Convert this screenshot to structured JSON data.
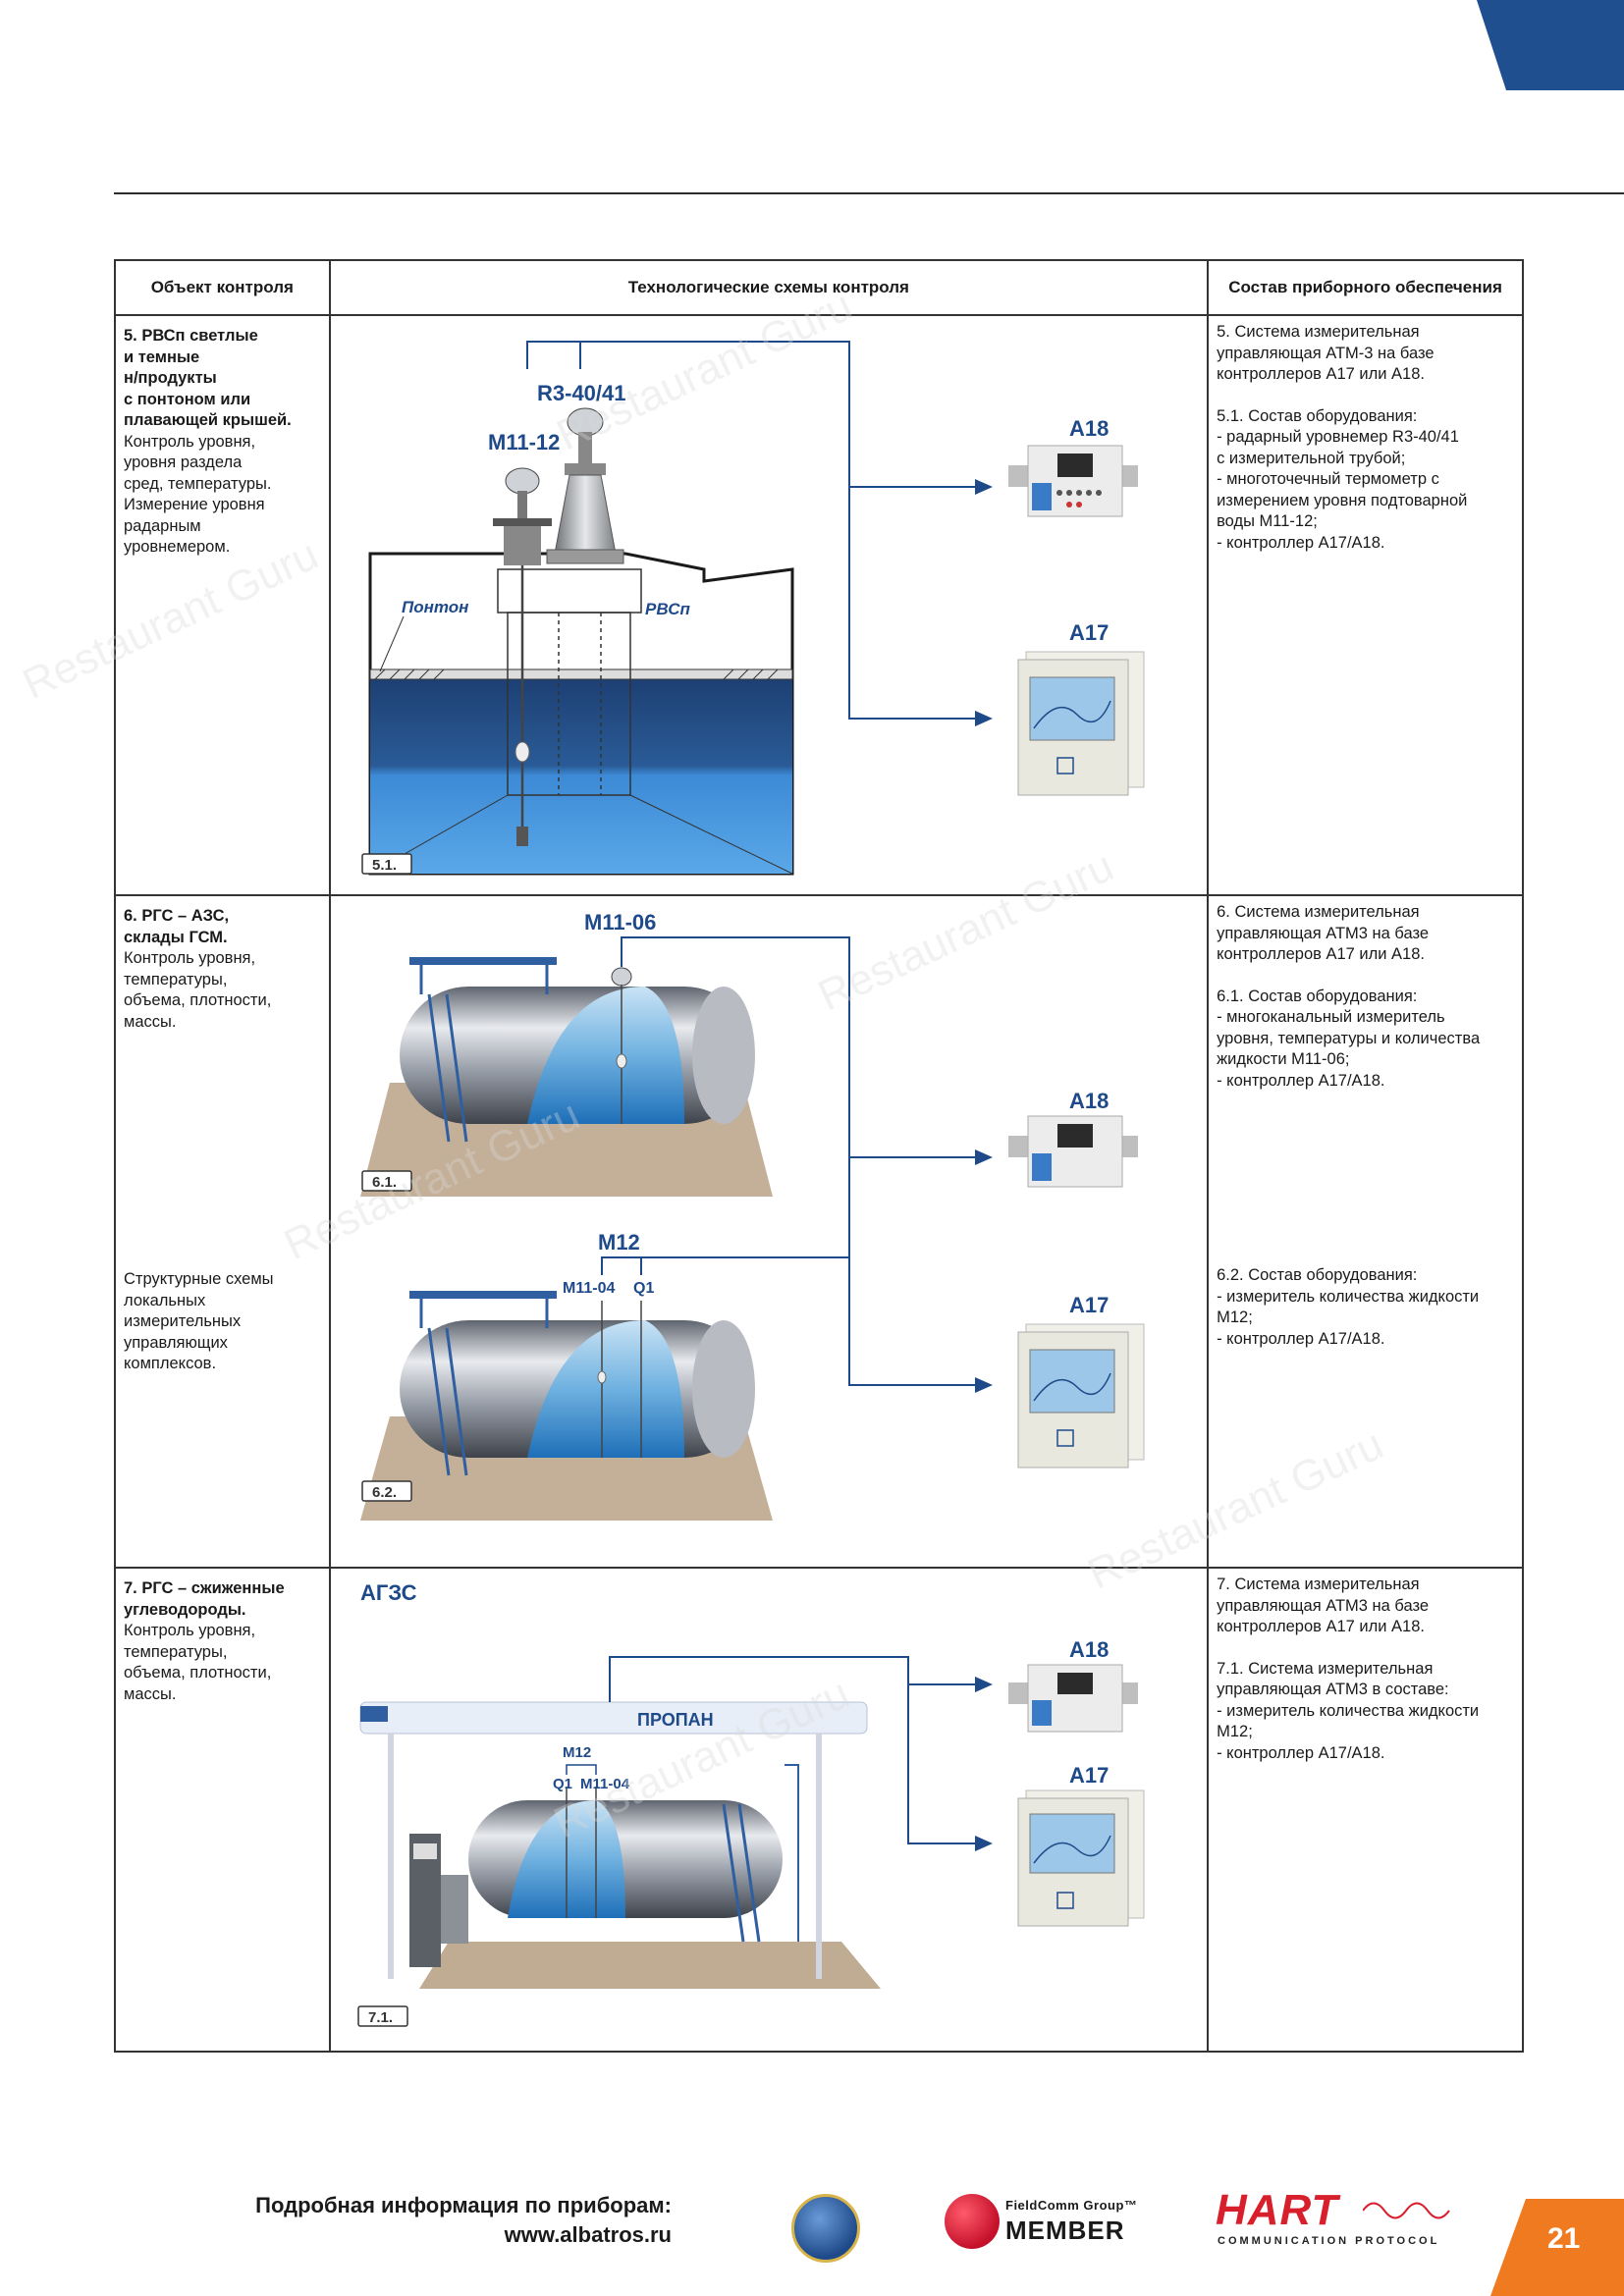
{
  "table": {
    "headers": [
      "Объект контроля",
      "Технологические схемы контроля",
      "Состав приборного обеспечения"
    ],
    "row5": {
      "object_bold": [
        "5. РВСп светлые",
        "и темные",
        "н/продукты",
        "с понтоном или",
        "плавающей крышей."
      ],
      "object_text": [
        "Контроль уровня,",
        "уровня раздела",
        "сред, температуры.",
        "Измерение уровня",
        "радарным",
        "уровнемером."
      ],
      "eq_p1": [
        "5. Система измерительная",
        "управляющая АТМ-3 на базе",
        "контроллеров А17 или А18."
      ],
      "eq_p2": [
        "5.1. Состав оборудования:",
        "- радарный уровнемер R3-40/41",
        "с измерительной трубой;",
        "- многоточечный термометр с",
        "измерением уровня подтоварной",
        "воды М11-12;",
        "- контроллер А17/А18."
      ],
      "diagram": {
        "label_r3": "R3-40/41",
        "label_m1112": "M11-12",
        "label_ponton": "Понтон",
        "label_rvsp": "РВСп",
        "label_a18": "A18",
        "label_a17": "A17",
        "fig": "5.1."
      }
    },
    "row6": {
      "object_bold": [
        "6. РГС – АЗС,",
        "склады ГСМ."
      ],
      "object_text": [
        "Контроль уровня,",
        "температуры,",
        "объема, плотности,",
        "массы."
      ],
      "object_text2": [
        "Структурные схемы",
        "локальных",
        "измерительных",
        "управляющих",
        "комплексов."
      ],
      "eq_p1": [
        "6. Система измерительная",
        "управляющая АТМ3 на базе",
        "контроллеров А17 или А18."
      ],
      "eq_p2": [
        "6.1. Состав оборудования:",
        "- многоканальный измеритель",
        "уровня, температуры и количества",
        "жидкости М11-06;",
        "- контроллер А17/А18."
      ],
      "eq_p3": [
        "6.2. Состав оборудования:",
        "- измеритель количества жидкости",
        "М12;",
        "- контроллер А17/А18."
      ],
      "diagram": {
        "label_m1106": "M11-06",
        "label_m12": "M12",
        "label_m1104": "M11-04",
        "label_q1": "Q1",
        "label_a18": "A18",
        "label_a17": "A17",
        "fig1": "6.1.",
        "fig2": "6.2."
      }
    },
    "row7": {
      "object_bold": [
        "7. РГС – сжиженные",
        "углеводороды."
      ],
      "object_text": [
        "Контроль уровня,",
        "температуры,",
        "объема, плотности,",
        "массы."
      ],
      "eq_p1": [
        "7. Система измерительная",
        "управляющая АТМ3 на базе",
        "контроллеров А17 или А18."
      ],
      "eq_p2": [
        "7.1. Система измерительная",
        "управляющая АТМ3 в составе:",
        "- измеритель количества жидкости",
        "М12;",
        "- контроллер А17/А18."
      ],
      "diagram": {
        "label_agzs": "АГЗС",
        "label_propan": "ПРОПАН",
        "label_m12": "M12",
        "label_q1": "Q1",
        "label_m1104": "M11-04",
        "label_a18": "A18",
        "label_a17": "A17",
        "fig": "7.1."
      }
    }
  },
  "footer": {
    "info_line1": "Подробная информация по приборам:",
    "info_line2": "www.albatros.ru",
    "fc_top": "FieldComm Group™",
    "fc_bottom": "MEMBER",
    "hart_big": "HART",
    "hart_small": "COMMUNICATION PROTOCOL",
    "page_number": "21"
  },
  "watermark": "Restaurant Guru",
  "colors": {
    "accent_blue": "#1f4f8f",
    "accent_orange": "#f07a1f",
    "hart_red": "#d8202c",
    "label_blue": "#1f4a8a"
  }
}
